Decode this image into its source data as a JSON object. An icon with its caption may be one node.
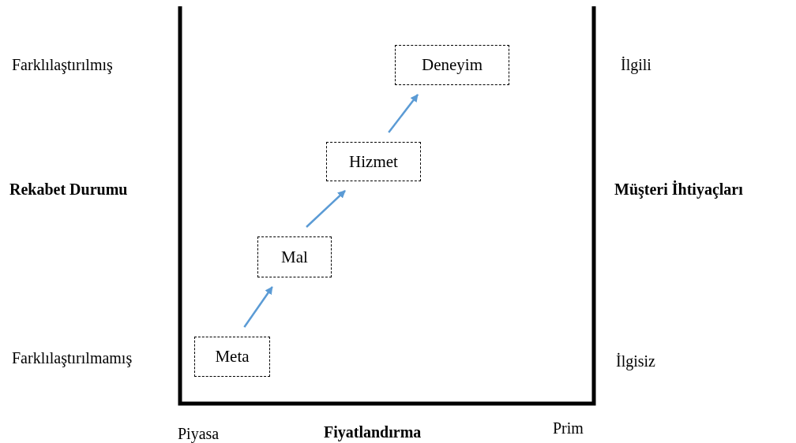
{
  "diagram": {
    "nodes": [
      {
        "text": [
          "Meta"
        ]
      },
      {
        "text": [
          "Mal"
        ]
      },
      {
        "text": [
          "Hizmet"
        ]
      },
      {
        "text": [
          "Deneyim"
        ]
      }
    ],
    "edges": [
      {
        "from": 0,
        "to": 1,
        "arrow": "to"
      },
      {
        "from": 1,
        "to": 2,
        "arrow": "to"
      },
      {
        "from": 2,
        "to": 3,
        "arrow": "to"
      }
    ],
    "labels": [
      "Farklılaştırılmış",
      "İlgili",
      "Rekabet Durumu",
      "Müşteri İhtiyaçları",
      "Farklılaştırılmamış",
      "İlgisiz",
      "Piyasa",
      "Fiyatlandırma",
      "Prim"
    ]
  }
}
